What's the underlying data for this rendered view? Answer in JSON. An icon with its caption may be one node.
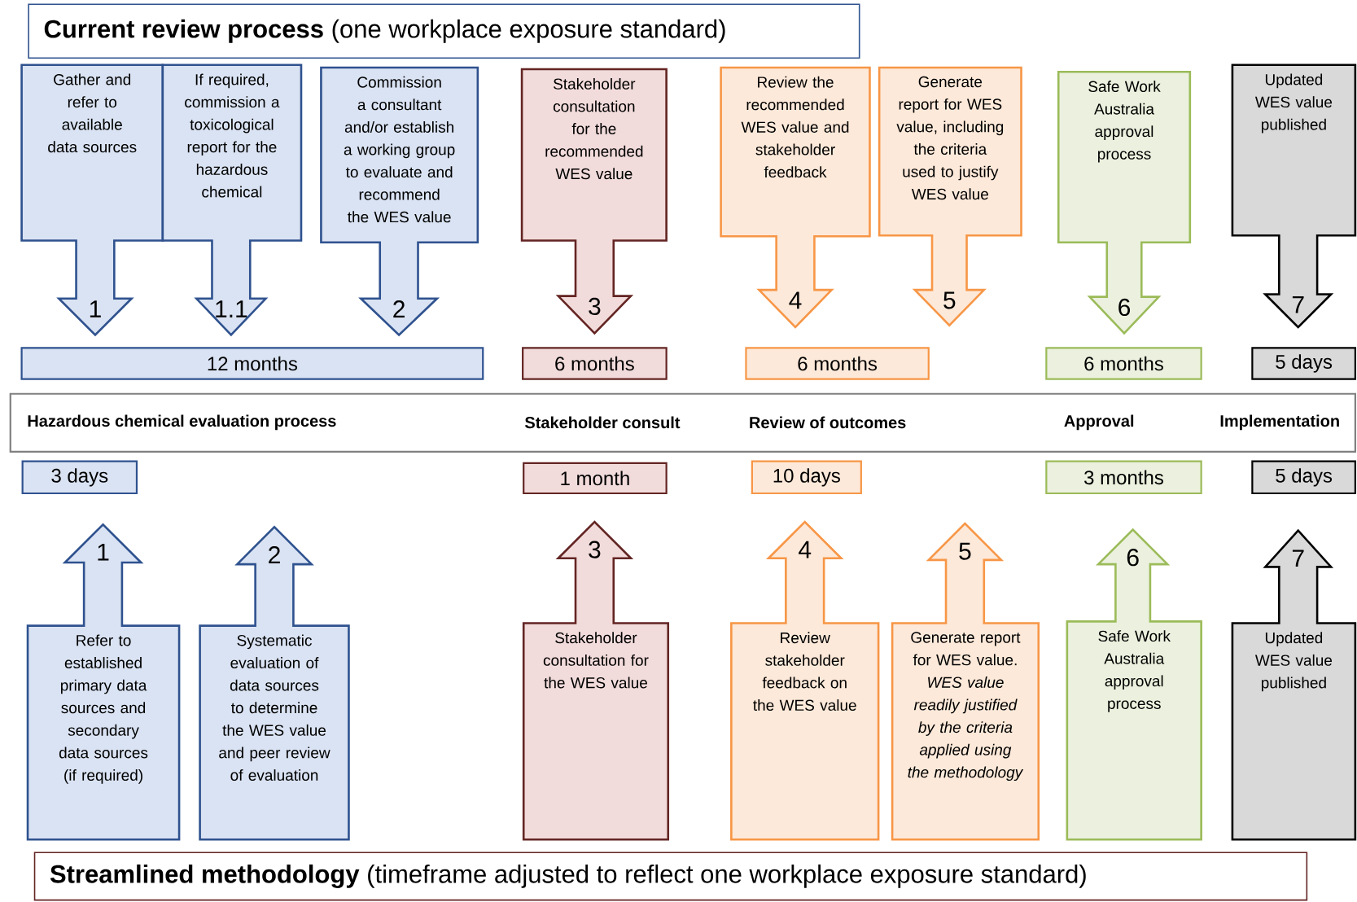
{
  "diagram": {
    "nodes": [
      {
        "text": [
          "**Current review process** (one workplace exposure standard)"
        ]
      },
      {
        "text": [
          "Gather and refer to available data sources",
          "1"
        ]
      },
      {
        "text": [
          "If required, commission a toxicological report for the hazardous chemical",
          "1.1"
        ]
      },
      {
        "text": [
          "Commission a consultant and/or establish a working group to evaluate and recommend the WES value",
          "2"
        ]
      },
      {
        "text": [
          "Stakeholder consultation for the recommended WES value",
          "3"
        ]
      },
      {
        "text": [
          "Review the recommended WES value and stakeholder feedback",
          "4"
        ]
      },
      {
        "text": [
          "Generate report for WES value, including the criteria used to justify WES value",
          "5"
        ]
      },
      {
        "text": [
          "Safe Work Australia approval process",
          "6"
        ]
      },
      {
        "text": [
          "Updated WES value published",
          "7"
        ]
      },
      {
        "text": [
          "12 months"
        ]
      },
      {
        "text": [
          "6 months"
        ]
      },
      {
        "text": [
          "6 months"
        ]
      },
      {
        "text": [
          "6 months"
        ]
      },
      {
        "text": [
          "5 days"
        ]
      },
      {
        "text": [
          "Hazardous chemical evaluation process",
          "Stakeholder consult",
          "Review of outcomes",
          "Approval",
          "Implementation"
        ]
      },
      {
        "text": [
          "3 days"
        ]
      },
      {
        "text": [
          "1 month"
        ]
      },
      {
        "text": [
          "10 days"
        ]
      },
      {
        "text": [
          "3 months"
        ]
      },
      {
        "text": [
          "5 days"
        ]
      },
      {
        "text": [
          "1",
          "Refer to established primary data sources and secondary data sources (if required)"
        ]
      },
      {
        "text": [
          "2",
          "Systematic evaluation of data sources to determine the WES value and peer review of evaluation"
        ]
      },
      {
        "text": [
          "3",
          "Stakeholder consultation for the WES value"
        ]
      },
      {
        "text": [
          "4",
          "Review stakeholder feedback on the WES value"
        ]
      },
      {
        "text": [
          "5",
          "Generate report for WES value. *WES value readily justified by the criteria applied using the methodology*"
        ]
      },
      {
        "text": [
          "6",
          "Safe Work Australia approval process"
        ]
      },
      {
        "text": [
          "7",
          "Updated WES value published"
        ]
      },
      {
        "text": [
          "**Streamlined methodology** (timeframe adjusted to reflect one workplace exposure standard)"
        ]
      }
    ]
  }
}
